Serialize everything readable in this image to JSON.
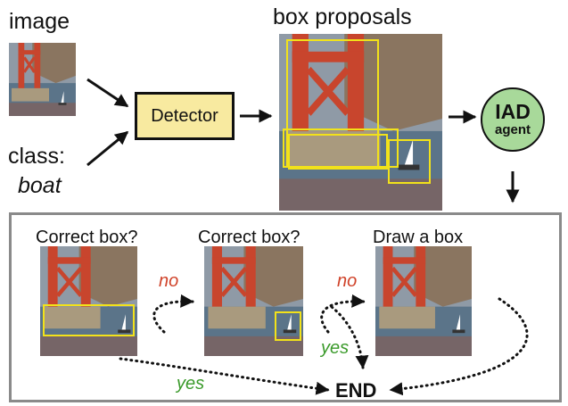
{
  "top": {
    "image_label": "image",
    "class_label": "class:",
    "class_value": "boat",
    "detector_label": "Detector",
    "proposals_label": "box proposals",
    "agent_title": "IAD",
    "agent_subtitle": "agent"
  },
  "steps": [
    {
      "title": "Correct box?"
    },
    {
      "title": "Correct box?"
    },
    {
      "title": "Draw a box"
    }
  ],
  "edges": {
    "no_1": "no",
    "no_2": "no",
    "yes_1": "yes",
    "yes_2": "yes",
    "end": "END"
  },
  "colors": {
    "box_yellow": "#f2e21a",
    "detector_fill": "#f8eaa0",
    "agent_fill": "#a8d99a",
    "no_color": "#d0432a",
    "yes_color": "#3a9a2a",
    "panel_border": "#8a8a8a"
  }
}
